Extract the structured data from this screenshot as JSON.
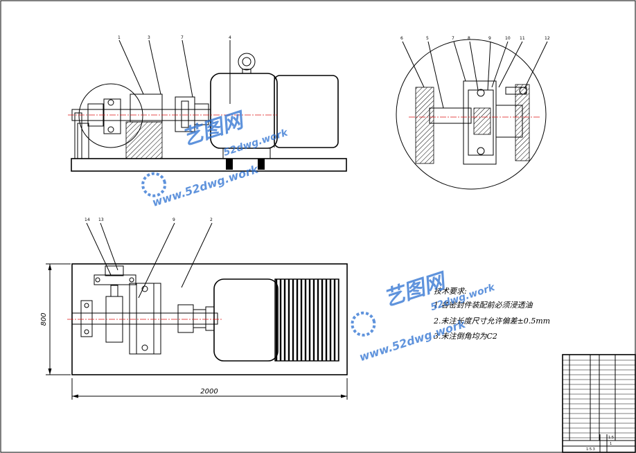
{
  "colors": {
    "line": "#000000",
    "center_line": "#dd1111",
    "watermark": "#2a6fd1",
    "background": "#ffffff"
  },
  "callouts": {
    "front_view": [
      "1",
      "3",
      "7",
      "4"
    ],
    "detail_view": [
      "6",
      "5",
      "7",
      "8",
      "9",
      "10",
      "11",
      "12"
    ],
    "top_view": [
      "14",
      "13",
      "9",
      "2"
    ]
  },
  "dimensions": {
    "length": "2000",
    "width": "800"
  },
  "technical_requirements": {
    "title": "技术要求:",
    "items": [
      "1.各密封件装配前必须浸透油",
      "2.未注长度尺寸允许偏差±0.5mm",
      "3.未注倒角均为C2"
    ]
  },
  "watermark": {
    "brand": "艺图网",
    "url_top": "52dwg.work",
    "url_bottom": "www.52dwg.work"
  },
  "title_block": {
    "scale": "1:5",
    "sheet": "1",
    "bottom_code": "1:5.3"
  }
}
